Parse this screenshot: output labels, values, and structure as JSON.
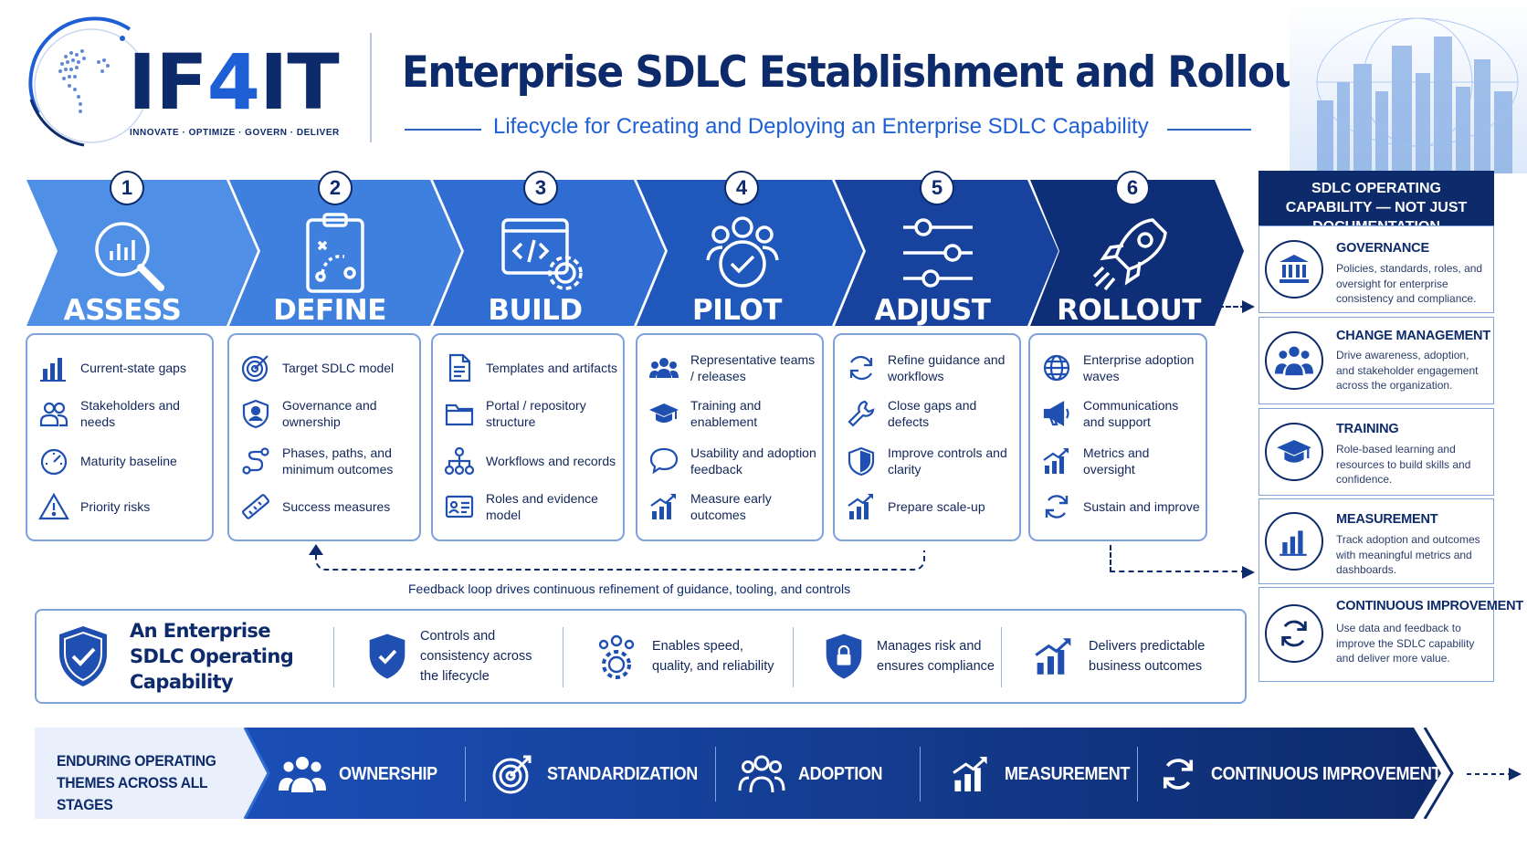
{
  "brand": {
    "logo_prefix": "IF",
    "logo_four": "4",
    "logo_suffix": "IT",
    "tagline": "INNOVATE · OPTIMIZE · GOVERN · DELIVER"
  },
  "header": {
    "title": "Enterprise SDLC Establishment and Rollout Roadmap",
    "subtitle": "Lifecycle for Creating and Deploying an Enterprise SDLC Capability"
  },
  "colors": {
    "navy": "#0d2a6b",
    "blue": "#1f5fd6",
    "stage1": "#4f8fe6",
    "stage2": "#3f7fde",
    "stage3": "#2f6dd2",
    "stage4": "#1f57bb",
    "stage5": "#17439e",
    "stage6": "#0e2e78"
  },
  "stages": [
    {
      "number": "1",
      "title": "ASSESS",
      "icon": "magnifier-chart-icon",
      "items": [
        {
          "icon": "bar-chart-icon",
          "text": "Current-state gaps"
        },
        {
          "icon": "people-icon",
          "text": "Stakeholders and needs"
        },
        {
          "icon": "gauge-icon",
          "text": "Maturity baseline"
        },
        {
          "icon": "warning-icon",
          "text": "Priority risks"
        }
      ]
    },
    {
      "number": "2",
      "title": "DEFINE",
      "icon": "clipboard-plan-icon",
      "items": [
        {
          "icon": "target-icon",
          "text": "Target SDLC model"
        },
        {
          "icon": "shield-person-icon",
          "text": "Governance and ownership"
        },
        {
          "icon": "path-icon",
          "text": "Phases, paths, and minimum outcomes"
        },
        {
          "icon": "ruler-icon",
          "text": "Success measures"
        }
      ]
    },
    {
      "number": "3",
      "title": "BUILD",
      "icon": "code-window-gear-icon",
      "items": [
        {
          "icon": "document-icon",
          "text": "Templates and artifacts"
        },
        {
          "icon": "folder-icon",
          "text": "Portal / repository structure"
        },
        {
          "icon": "workflow-icon",
          "text": "Workflows and records"
        },
        {
          "icon": "id-card-icon",
          "text": "Roles and evidence model"
        }
      ]
    },
    {
      "number": "4",
      "title": "PILOT",
      "icon": "team-check-icon",
      "items": [
        {
          "icon": "team-icon",
          "text": "Representative teams / releases"
        },
        {
          "icon": "graduation-cap-icon",
          "text": "Training and enablement"
        },
        {
          "icon": "chat-bubble-icon",
          "text": "Usability and adoption feedback"
        },
        {
          "icon": "growth-chart-icon",
          "text": "Measure early outcomes"
        }
      ]
    },
    {
      "number": "5",
      "title": "ADJUST",
      "icon": "sliders-icon",
      "items": [
        {
          "icon": "refresh-icon",
          "text": "Refine guidance and workflows"
        },
        {
          "icon": "wrench-icon",
          "text": "Close gaps and defects"
        },
        {
          "icon": "shield-icon",
          "text": "Improve controls and clarity"
        },
        {
          "icon": "growth-chart-icon",
          "text": "Prepare scale-up"
        }
      ]
    },
    {
      "number": "6",
      "title": "ROLLOUT",
      "icon": "rocket-icon",
      "items": [
        {
          "icon": "globe-icon",
          "text": "Enterprise adoption waves"
        },
        {
          "icon": "megaphone-icon",
          "text": "Communications and support"
        },
        {
          "icon": "growth-chart-icon",
          "text": "Metrics and oversight"
        },
        {
          "icon": "cycle-icon",
          "text": "Sustain and improve"
        }
      ]
    }
  ],
  "feedback": {
    "text": "Feedback loop drives continuous refinement of guidance, tooling, and controls"
  },
  "capability": {
    "title": "An Enterprise SDLC Operating Capability",
    "points": [
      {
        "icon": "shield-check-icon",
        "text": "Controls and consistency across the lifecycle"
      },
      {
        "icon": "people-gear-icon",
        "text": "Enables speed, quality, and reliability"
      },
      {
        "icon": "shield-lock-icon",
        "text": "Manages risk and ensures compliance"
      },
      {
        "icon": "growth-chart-icon",
        "text": "Delivers predictable business outcomes"
      }
    ]
  },
  "themes": {
    "label": "ENDURING OPERATING THEMES ACROSS ALL STAGES",
    "items": [
      {
        "icon": "people-icon",
        "text": "OWNERSHIP"
      },
      {
        "icon": "target-icon",
        "text": "STANDARDIZATION"
      },
      {
        "icon": "team-icon",
        "text": "ADOPTION"
      },
      {
        "icon": "growth-chart-icon",
        "text": "MEASUREMENT"
      },
      {
        "icon": "cycle-icon",
        "text": "CONTINUOUS IMPROVEMENT"
      }
    ]
  },
  "panel": {
    "heading": "SDLC OPERATING CAPABILITY — NOT JUST DOCUMENTATION",
    "items": [
      {
        "icon": "bank-icon",
        "title": "GOVERNANCE",
        "desc": "Policies, standards, roles, and oversight for enterprise consistency and compliance."
      },
      {
        "icon": "people-icon",
        "title": "CHANGE MANAGEMENT",
        "desc": "Drive awareness, adoption, and stakeholder engagement across the organization."
      },
      {
        "icon": "graduation-cap-icon",
        "title": "TRAINING",
        "desc": "Role-based learning and resources to build skills and confidence."
      },
      {
        "icon": "bar-chart-icon",
        "title": "MEASUREMENT",
        "desc": "Track adoption and outcomes with meaningful metrics and dashboards."
      },
      {
        "icon": "cycle-icon",
        "title": "CONTINUOUS IMPROVEMENT",
        "desc": "Use data and feedback to improve the SDLC capability and deliver more value."
      }
    ]
  }
}
